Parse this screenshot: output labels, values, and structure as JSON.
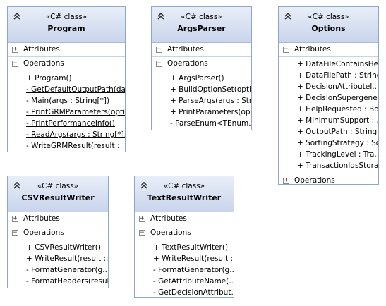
{
  "classes": [
    {
      "id": "program",
      "stereotype": "«C# class»",
      "name": "Program",
      "attributes_label": "Attributes",
      "attributes_expanded": false,
      "operations_label": "Operations",
      "operations_expanded": true,
      "attributes": [],
      "operations": [
        {
          "text": "+ Program()",
          "static": false
        },
        {
          "text": "- GetDefaultOutputPath(da...",
          "static": true
        },
        {
          "text": "- Main(args : String[*])",
          "static": true
        },
        {
          "text": "- PrintGRMParameters(optio...",
          "static": true
        },
        {
          "text": "- PrintPerformanceInfo()",
          "static": true
        },
        {
          "text": "- ReadArgs(args : String[*]...",
          "static": true
        },
        {
          "text": "- WriteGRMResult(result : ...",
          "static": true
        }
      ]
    },
    {
      "id": "argsparser",
      "stereotype": "«C# class»",
      "name": "ArgsParser",
      "attributes_label": "Attributes",
      "attributes_expanded": false,
      "operations_label": "Operations",
      "operations_expanded": true,
      "attributes": [],
      "operations": [
        {
          "text": "+ ArgsParser()",
          "static": false
        },
        {
          "text": "+ BuildOptionSet(opti...",
          "static": false
        },
        {
          "text": "+ ParseArgs(args : Str...",
          "static": false
        },
        {
          "text": "+ PrintParameters(opt...",
          "static": false
        },
        {
          "text": "- ParseEnum<TEnum...",
          "static": false
        }
      ]
    },
    {
      "id": "options",
      "stereotype": "«C# class»",
      "name": "Options",
      "attributes_label": "Attributes",
      "attributes_expanded": true,
      "operations_label": "Operations",
      "operations_expanded": false,
      "attributes": [
        {
          "text": "+ DataFileContainsHe...",
          "static": false
        },
        {
          "text": "+ DataFilePath : String",
          "static": false
        },
        {
          "text": "+ DecisionAttributeI...",
          "static": false
        },
        {
          "text": "+ DecisionSupergener...",
          "static": false
        },
        {
          "text": "+ HelpRequested : Bo...",
          "static": false
        },
        {
          "text": "+ MinimumSupport : ...",
          "static": false
        },
        {
          "text": "+ OutputPath : String",
          "static": false
        },
        {
          "text": "+ SortingStrategy : So...",
          "static": false
        },
        {
          "text": "+ TrackingLevel : Tra...",
          "static": false
        },
        {
          "text": "+ TransactionIdsStora...",
          "static": false
        }
      ],
      "operations": []
    },
    {
      "id": "csvresultwriter",
      "stereotype": "«C# class»",
      "name": "CSVResultWriter",
      "attributes_label": "Attributes",
      "attributes_expanded": false,
      "operations_label": "Operations",
      "operations_expanded": true,
      "attributes": [],
      "operations": [
        {
          "text": "+ CSVResultWriter()",
          "static": false
        },
        {
          "text": "+ WriteResult(result :...",
          "static": false
        },
        {
          "text": "- FormatGenerator(g...",
          "static": false
        },
        {
          "text": "- FormatHeaders(resul...",
          "static": false
        }
      ]
    },
    {
      "id": "textresultwriter",
      "stereotype": "«C# class»",
      "name": "TextResultWriter",
      "attributes_label": "Attributes",
      "attributes_expanded": false,
      "operations_label": "Operations",
      "operations_expanded": true,
      "attributes": [],
      "operations": [
        {
          "text": "+ TextResultWriter()",
          "static": false
        },
        {
          "text": "+ WriteResult(result :...",
          "static": false
        },
        {
          "text": "- FormatGenerator(g...",
          "static": false
        },
        {
          "text": "- GetAttributeName(...",
          "static": false
        },
        {
          "text": "- GetDecisionAttribut...",
          "static": false
        }
      ]
    }
  ]
}
